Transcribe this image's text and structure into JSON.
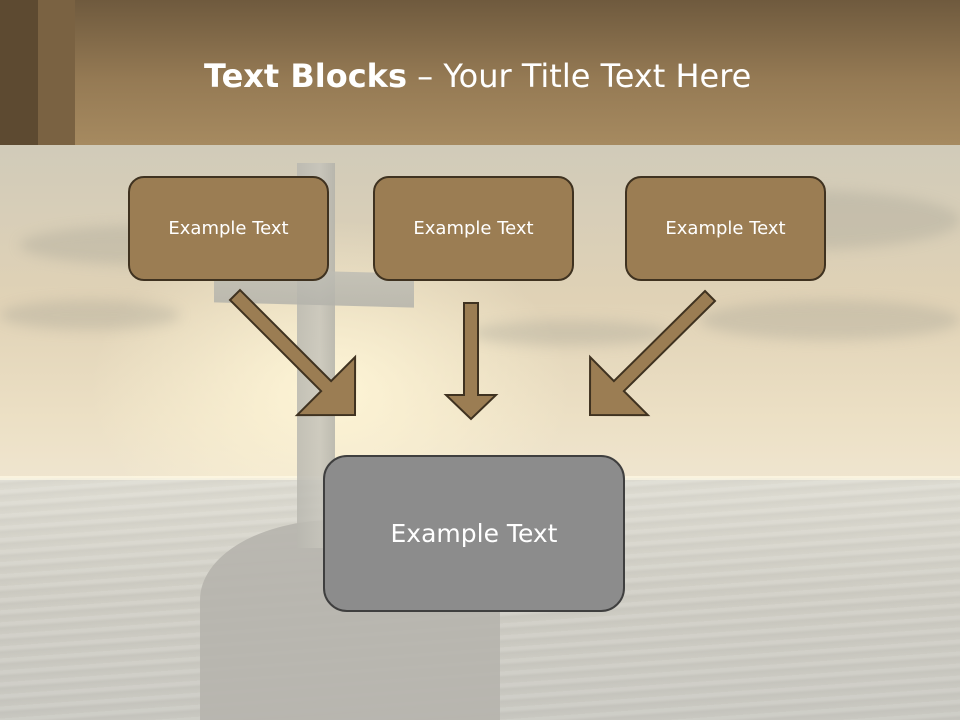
{
  "title": {
    "bold": "Text Blocks",
    "rest": " – Your Title Text Here"
  },
  "boxes": {
    "top": [
      "Example Text",
      "Example Text",
      "Example Text"
    ],
    "main": "Example Text"
  },
  "colors": {
    "header": "#957a54",
    "box_fill": "#9b7d53",
    "box_border": "#3f3220",
    "main_box_fill": "#8c8c8c",
    "arrow_fill": "#9b7d53"
  },
  "icons": [
    "arrow-down-right-icon",
    "arrow-down-icon",
    "arrow-down-left-icon"
  ]
}
